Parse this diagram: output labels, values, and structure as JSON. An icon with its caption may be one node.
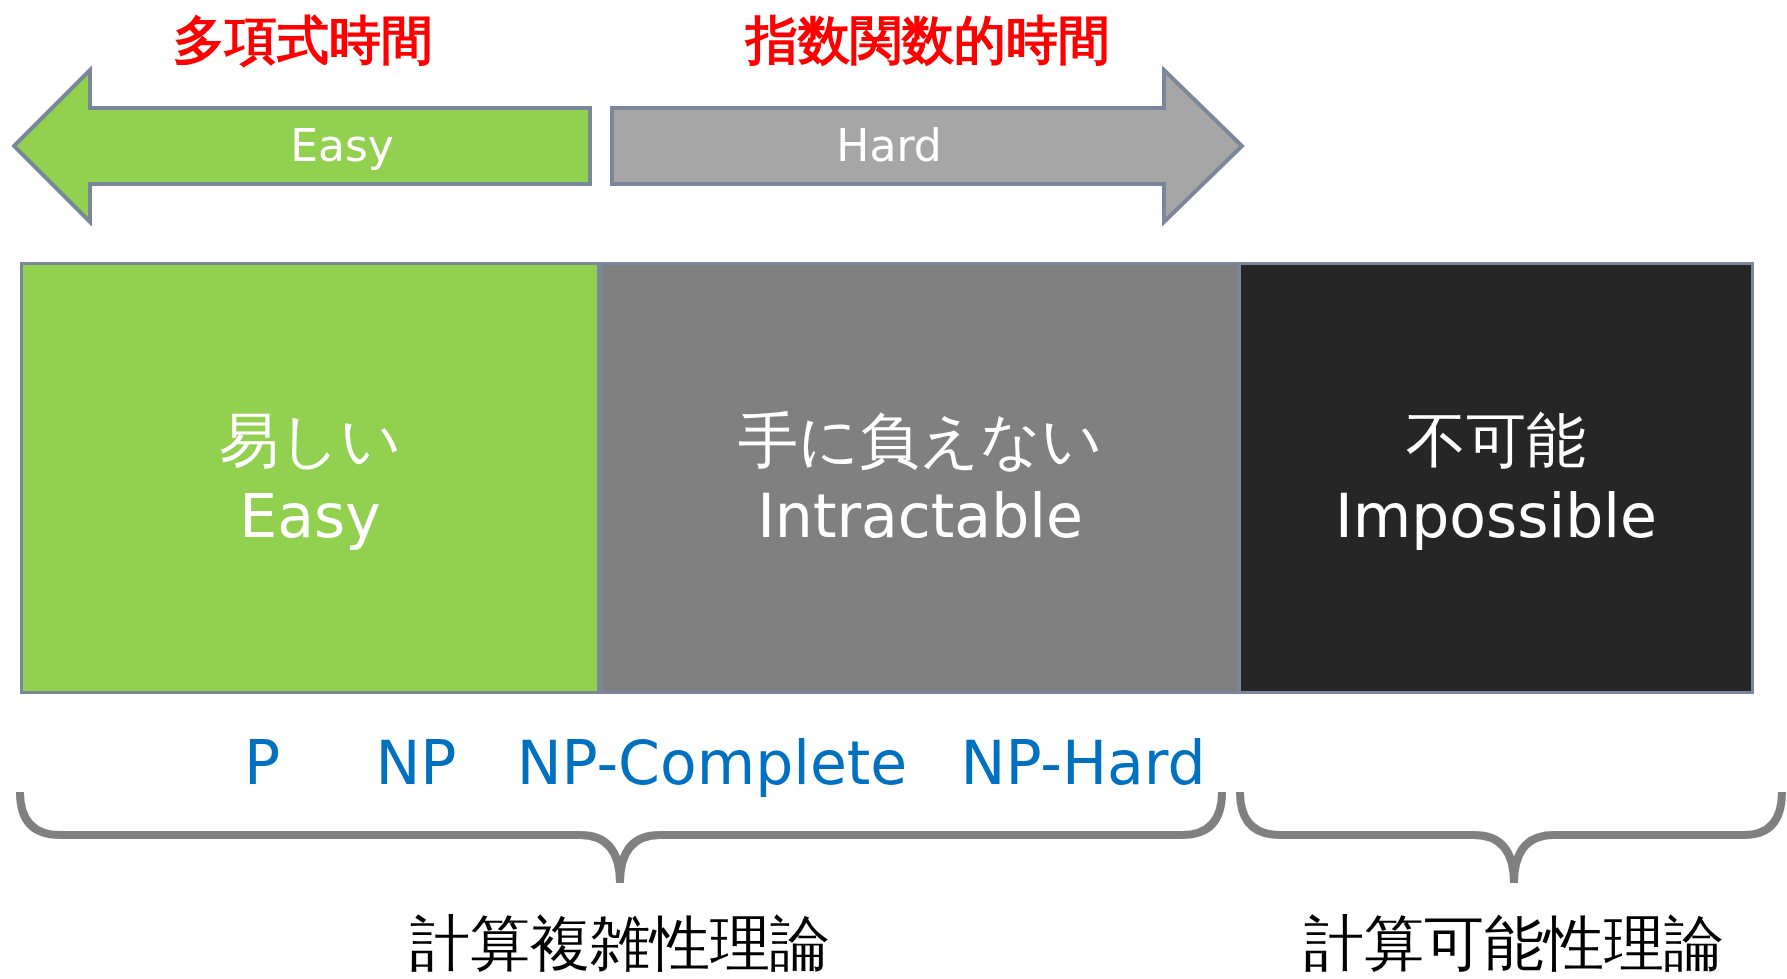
{
  "diagram": {
    "nodes": [
      {
        "text": [
          "多項式時間",
          "Easy"
        ]
      },
      {
        "text": [
          "指数関数的時間",
          "Hard"
        ]
      },
      {
        "text": [
          "易しい",
          "Easy"
        ]
      },
      {
        "text": [
          "手に負えない",
          "Intractable"
        ]
      },
      {
        "text": [
          "不可能",
          "Impossible"
        ]
      }
    ],
    "edges": [],
    "labels": [
      "P",
      "NP",
      "NP-Complete",
      "NP-Hard",
      "計算複雑性理論",
      "計算可能性理論"
    ]
  }
}
